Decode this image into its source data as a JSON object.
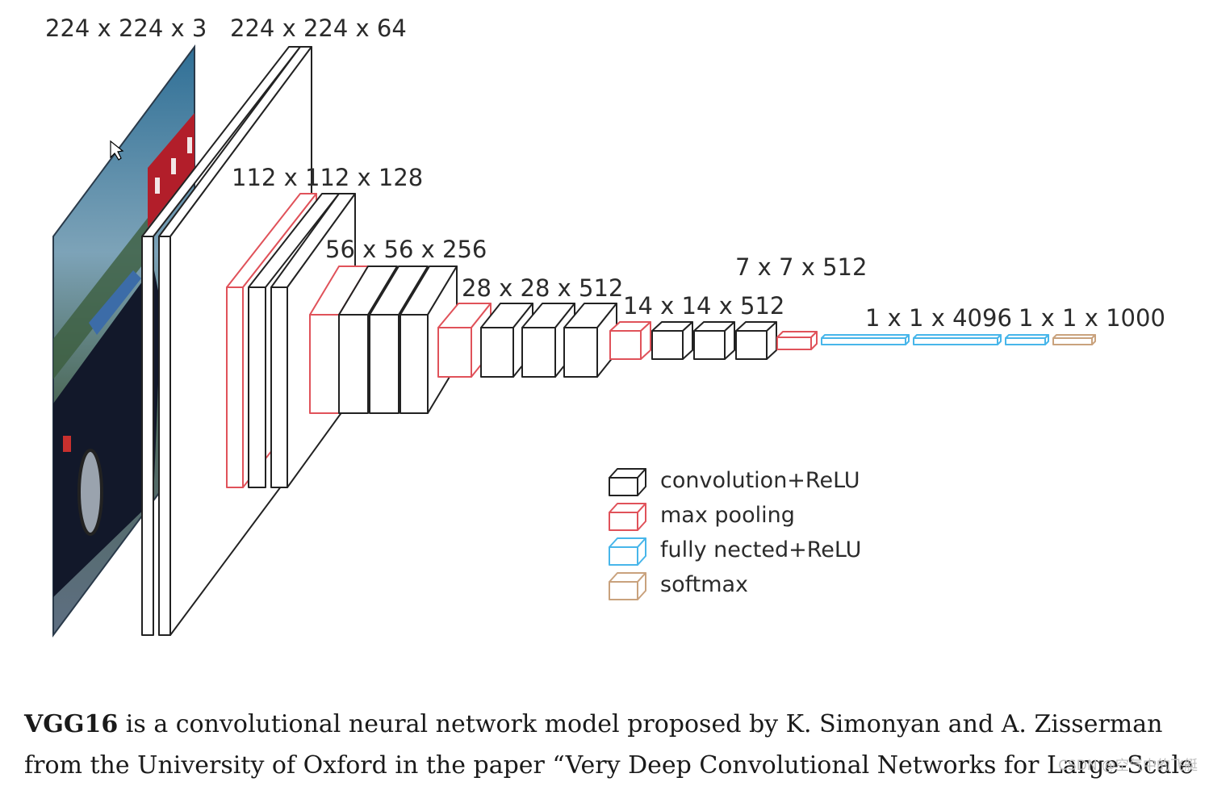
{
  "diagram": {
    "dimension_labels": {
      "input": "224 x 224 x 3",
      "conv1": "224 x 224 x 64",
      "conv2": "112 x 112 x 128",
      "conv3": "56 x 56 x 256",
      "conv4": "28 x 28 x 512",
      "conv5": "14 x 14 x 512",
      "pool5": "7 x 7 x 512",
      "fc": "1 x 1 x 4096",
      "output": "1 x 1 x 1000"
    },
    "legend": [
      {
        "label": "convolution+ReLU",
        "color": "#222222",
        "icon": "cube-icon"
      },
      {
        "label": "max pooling",
        "color": "#e0525a",
        "icon": "cube-icon"
      },
      {
        "label": "fully nected+ReLU",
        "color": "#48b6ea",
        "icon": "cube-icon"
      },
      {
        "label": "softmax",
        "color": "#c9a27d",
        "icon": "cube-icon"
      }
    ]
  },
  "caption": {
    "bold": "VGG16",
    "text": " is a convolutional neural network model proposed by K. Simonyan and A. Zisserman from the University of Oxford in the paper “Very Deep Convolutional Networks for Large-Scale"
  },
  "watermark": "CSDN @空气中的飞艇"
}
